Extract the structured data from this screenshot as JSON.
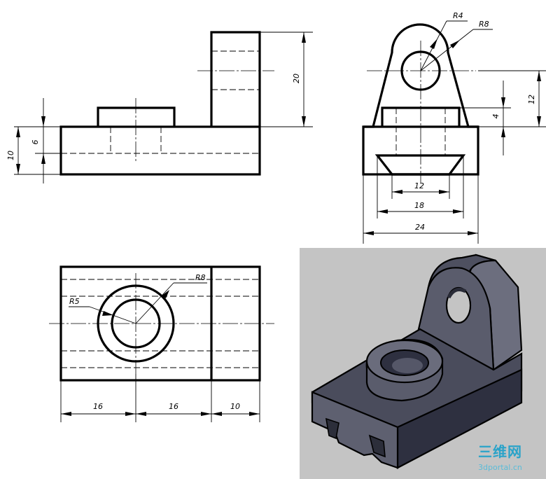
{
  "front_view": {
    "dim_height_total": "10",
    "dim_height_base": "6",
    "dim_upright_height": "20"
  },
  "side_view": {
    "radius_hole": "R4",
    "radius_outer": "R8",
    "dim_hole_center_height": "12",
    "dim_boss_height": "4",
    "dim_slot_top": "12",
    "dim_slot_bottom": "18",
    "dim_width": "24"
  },
  "top_view": {
    "radius_hole": "R5",
    "radius_boss": "R8",
    "dim_left": "16",
    "dim_middle": "16",
    "dim_right": "10"
  },
  "watermark": {
    "brand": "三维网",
    "url": "3dportal.cn"
  },
  "colors": {
    "render_background": "#c4c4c4",
    "part_top_face": "#565866",
    "part_front_face": "#3e4052",
    "part_side_face": "#6a6c7c",
    "watermark": "#2aa3c9"
  }
}
